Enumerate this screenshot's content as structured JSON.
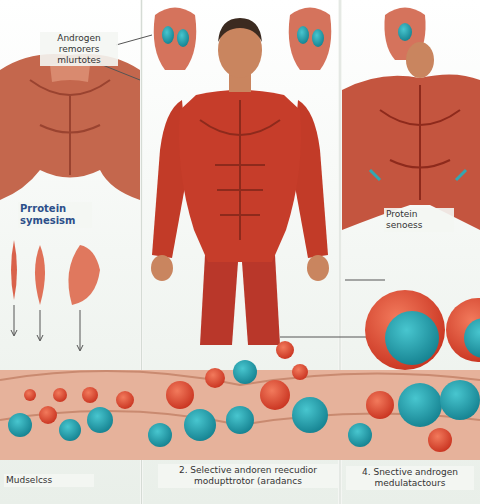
{
  "diagram": {
    "labels": [
      "Androgen remorers mlurtotes",
      "Prrotein symesism",
      "Protein senoess",
      "Mudselcss",
      "2. Selective andoren reecudior modupttrotor (aradancs",
      "4. Snective androgen medulatactours"
    ]
  }
}
